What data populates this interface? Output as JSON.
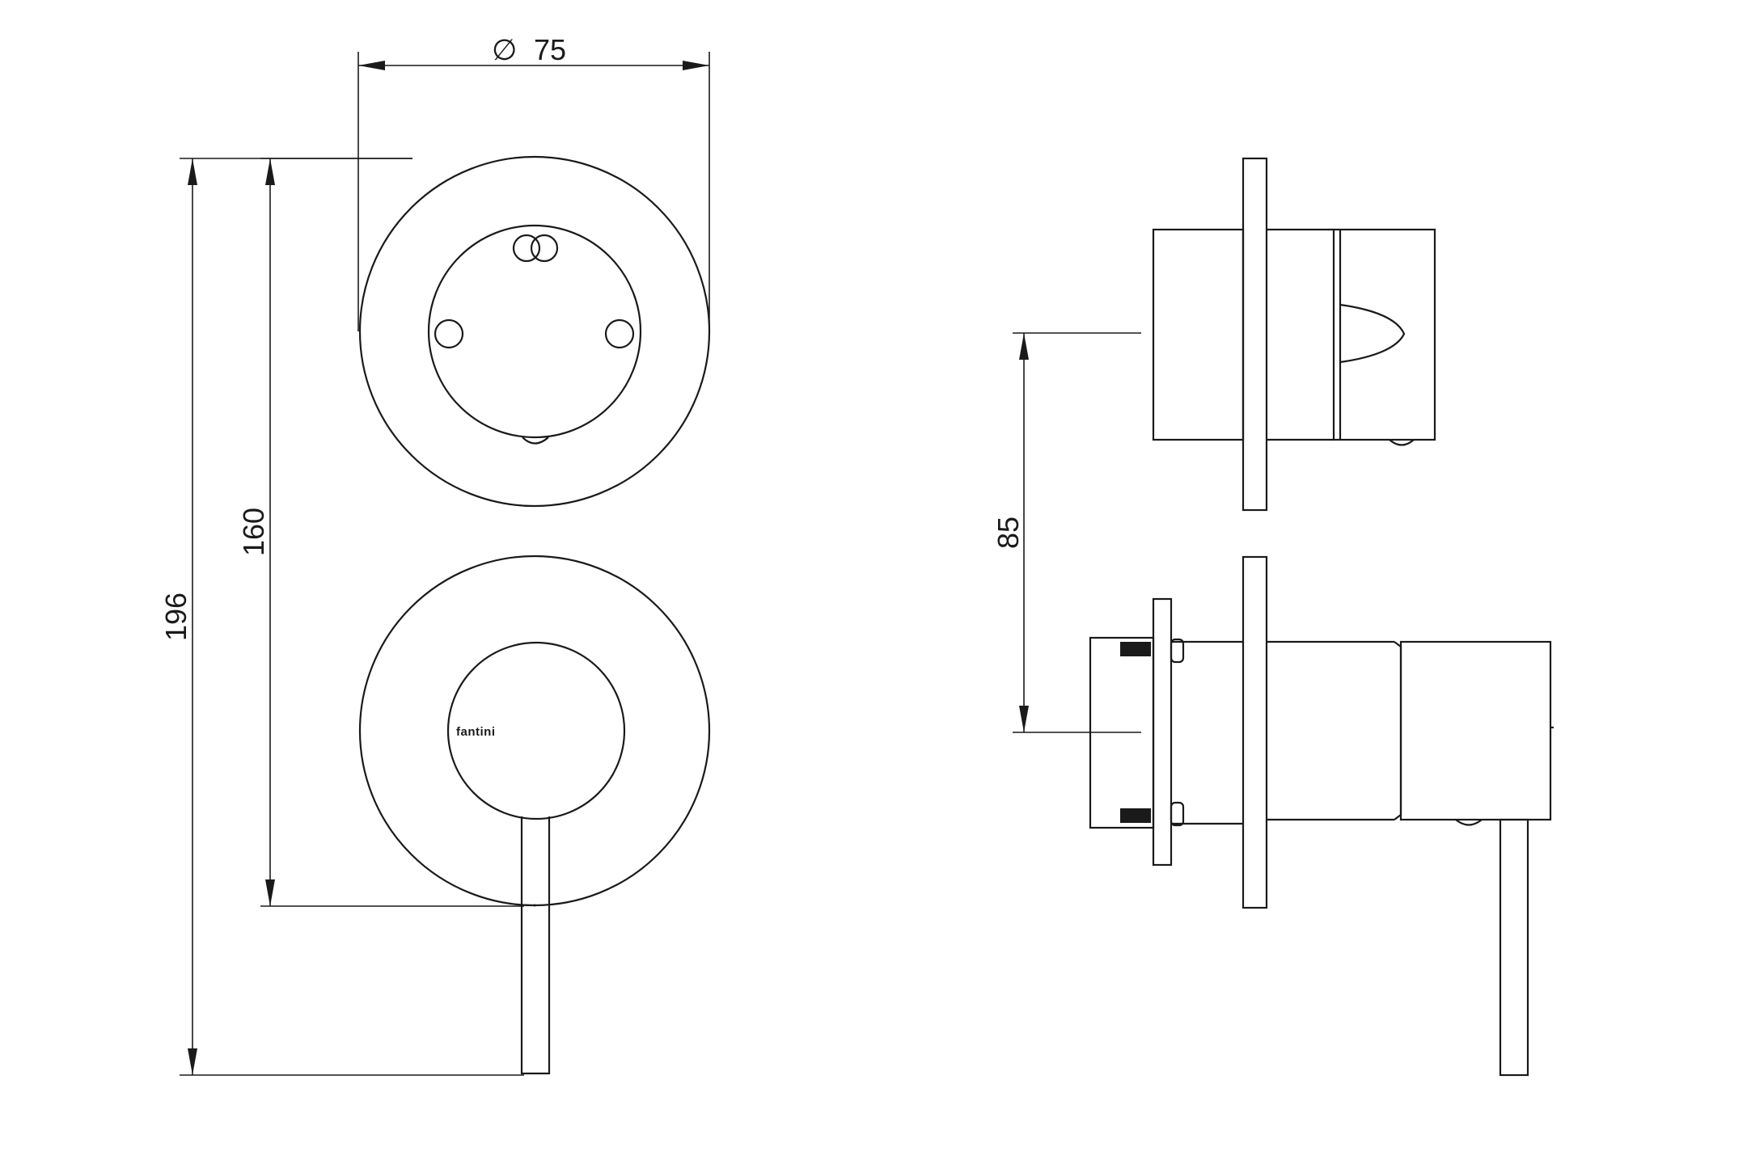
{
  "drawing": {
    "dimensions": {
      "diameter": {
        "symbol": "∅",
        "value": "75"
      },
      "height_total": "196",
      "height_center": "160",
      "side_offset": "85"
    },
    "brand_mark": "fantini",
    "line_color": "#1a1a1a",
    "background_color": "#ffffff"
  }
}
